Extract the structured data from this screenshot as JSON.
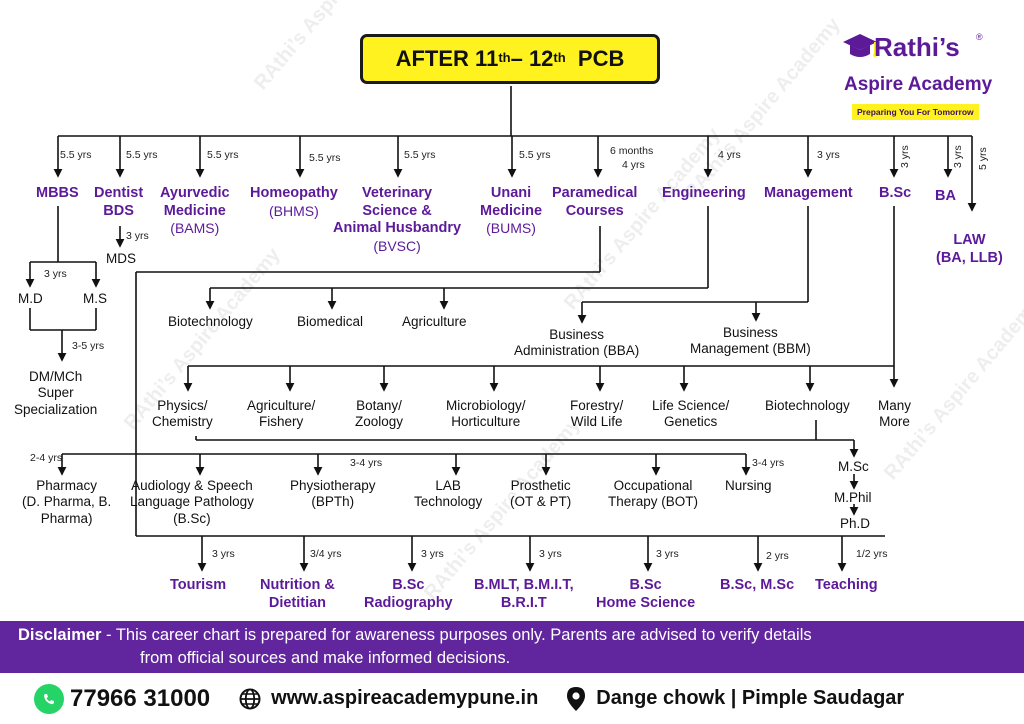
{
  "title": {
    "main": "AFTER 11",
    "sup1": "th",
    "dash": " – 12",
    "sup2": "th",
    "stream": "  PCB"
  },
  "logo": {
    "name": "Rathi’s",
    "reg": "®",
    "academy": "Aspire Academy",
    "tagline": "Preparing You For Tomorrow"
  },
  "watermark": "RAthi’s Aspire Academy",
  "durations": {
    "mbbs": "5.5 yrs",
    "dentist": "5.5 yrs",
    "ayurvedic": "5.5 yrs",
    "homeopathy": "5.5 yrs",
    "veterinary": "5.5 yrs",
    "unani": "5.5 yrs",
    "paramedical_1": "6 months",
    "paramedical_2": "4 yrs",
    "engineering": "4 yrs",
    "management": "3 yrs",
    "bsc": "3 yrs",
    "ba": "3 yrs",
    "law": "5 yrs",
    "mds": "3 yrs",
    "md_ms": "3 yrs",
    "dm": "3-5 yrs",
    "pharmacy": "2-4 yrs",
    "physiotherapy": "3-4 yrs",
    "nursing": "3-4 yrs",
    "tourism": "3 yrs",
    "nutrition": "3/4 yrs",
    "radiography": "3 yrs",
    "bmlt": "3 yrs",
    "home_science": "3 yrs",
    "bsc_msc": "2 yrs",
    "teaching": "1/2 yrs"
  },
  "courses": {
    "mbbs": "MBBS",
    "dentist_1": "Dentist",
    "dentist_2": "BDS",
    "ayurvedic_1": "Ayurvedic",
    "ayurvedic_2": "Medicine",
    "ayurvedic_3": "(BAMS)",
    "homeopathy_1": "Homeopathy",
    "homeopathy_2": "(BHMS)",
    "veterinary_1": "Veterinary",
    "veterinary_2": "Science &",
    "veterinary_3": "Animal Husbandry",
    "veterinary_4": "(BVSC)",
    "unani_1": "Unani",
    "unani_2": "Medicine",
    "unani_3": "(BUMS)",
    "paramedical_1": "Paramedical",
    "paramedical_2": "Courses",
    "engineering": "Engineering",
    "management": "Management",
    "bsc": "B.Sc",
    "ba": "BA",
    "law_1": "LAW",
    "law_2": "(BA, LLB)"
  },
  "sub": {
    "mds": "MDS",
    "md": "M.D",
    "ms": "M.S",
    "dm_1": "DM/MCh",
    "dm_2": "Super",
    "dm_3": "Specialization",
    "biotech": "Biotechnology",
    "biomedical": "Biomedical",
    "agriculture": "Agriculture",
    "bba_1": "Business",
    "bba_2": "Administration (BBA)",
    "bbm_1": "Business",
    "bbm_2": "Management (BBM)",
    "physics_1": "Physics/",
    "physics_2": "Chemistry",
    "agri_1": "Agriculture/",
    "agri_2": "Fishery",
    "botany_1": "Botany/",
    "botany_2": "Zoology",
    "micro_1": "Microbiology/",
    "micro_2": "Horticulture",
    "forestry_1": "Forestry/",
    "forestry_2": "Wild Life",
    "life_1": "Life Science/",
    "life_2": "Genetics",
    "biotech2": "Biotechnology",
    "many_1": "Many",
    "many_2": "More",
    "pharmacy_1": "Pharmacy",
    "pharmacy_2": "(D. Pharma, B.",
    "pharmacy_3": "Pharma)",
    "audio_1": "Audiology & Speech",
    "audio_2": "Language Pathology",
    "audio_3": "(B.Sc)",
    "physio_1": "Physiotherapy",
    "physio_2": "(BPTh)",
    "lab_1": "LAB",
    "lab_2": "Technology",
    "prosthetic_1": "Prosthetic",
    "prosthetic_2": "(OT & PT)",
    "occupational_1": "Occupational",
    "occupational_2": "Therapy (BOT)",
    "nursing": "Nursing",
    "msc": "M.Sc",
    "mphil": "M.Phil",
    "phd": "Ph.D"
  },
  "bottom": {
    "tourism": "Tourism",
    "nutrition_1": "Nutrition &",
    "nutrition_2": "Dietitian",
    "radiography_1": "B.Sc",
    "radiography_2": "Radiography",
    "bmlt_1": "B.MLT, B.M.I.T,",
    "bmlt_2": "B.R.I.T",
    "home_1": "B.Sc",
    "home_2": "Home Science",
    "bsc_msc": "B.Sc, M.Sc",
    "teaching": "Teaching"
  },
  "disclaimer": {
    "label": "Disclaimer",
    "text1": " - This career chart is prepared for awareness purposes only. Parents are advised to verify details",
    "text2": "from official sources and make informed decisions."
  },
  "footer": {
    "phone": "77966 31000",
    "website": "www.aspireacademypune.in",
    "location": "Dange chowk | Pimple Saudagar"
  },
  "colors": {
    "purple": "#5c1a99",
    "yellow": "#fff21e",
    "band": "#61269e",
    "whatsapp": "#25d366"
  }
}
